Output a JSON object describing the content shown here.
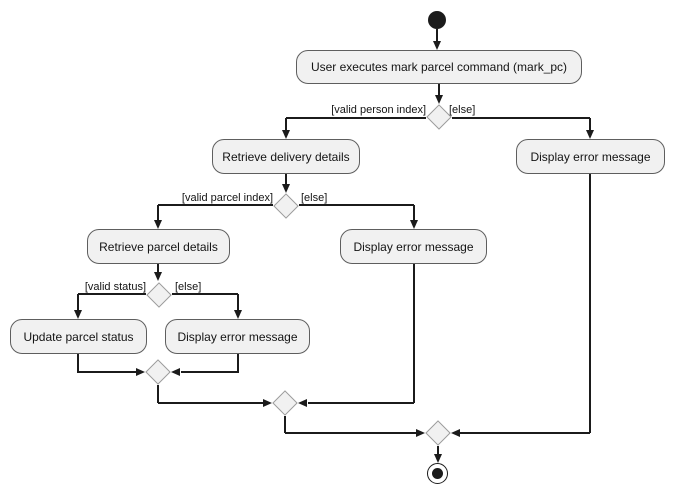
{
  "diagram": {
    "type": "uml-activity-diagram",
    "colors": {
      "background": "#FFFFFF",
      "activity_fill": "#F1F1F1",
      "activity_border": "#5E5E5E",
      "diamond_fill": "#F1F1F1",
      "diamond_border": "#9B9B9B",
      "flow_line": "#1B1B1B",
      "text": "#141414"
    }
  },
  "nodes": {
    "start": {
      "type": "initial"
    },
    "user_executes": {
      "type": "activity",
      "label": "User executes mark parcel command (mark_pc)"
    },
    "decision_person": {
      "type": "decision"
    },
    "retrieve_delivery": {
      "type": "activity",
      "label": "Retrieve delivery details"
    },
    "display_error_person": {
      "type": "activity",
      "label": "Display error message"
    },
    "decision_parcel": {
      "type": "decision"
    },
    "retrieve_parcel": {
      "type": "activity",
      "label": "Retrieve parcel details"
    },
    "display_error_parcel": {
      "type": "activity",
      "label": "Display error message"
    },
    "decision_status": {
      "type": "decision"
    },
    "update_status": {
      "type": "activity",
      "label": "Update parcel status"
    },
    "display_error_status": {
      "type": "activity",
      "label": "Display error message"
    },
    "merge_status": {
      "type": "merge"
    },
    "merge_parcel": {
      "type": "merge"
    },
    "merge_person": {
      "type": "merge"
    },
    "end": {
      "type": "final"
    }
  },
  "edges": [
    {
      "from": "start",
      "to": "user_executes"
    },
    {
      "from": "user_executes",
      "to": "decision_person"
    },
    {
      "from": "decision_person",
      "to": "retrieve_delivery",
      "guard": "[valid person index]"
    },
    {
      "from": "decision_person",
      "to": "display_error_person",
      "guard": "[else]"
    },
    {
      "from": "retrieve_delivery",
      "to": "decision_parcel"
    },
    {
      "from": "decision_parcel",
      "to": "retrieve_parcel",
      "guard": "[valid parcel index]"
    },
    {
      "from": "decision_parcel",
      "to": "display_error_parcel",
      "guard": "[else]"
    },
    {
      "from": "retrieve_parcel",
      "to": "decision_status"
    },
    {
      "from": "decision_status",
      "to": "update_status",
      "guard": "[valid status]"
    },
    {
      "from": "decision_status",
      "to": "display_error_status",
      "guard": "[else]"
    },
    {
      "from": "update_status",
      "to": "merge_status"
    },
    {
      "from": "display_error_status",
      "to": "merge_status"
    },
    {
      "from": "merge_status",
      "to": "merge_parcel"
    },
    {
      "from": "display_error_parcel",
      "to": "merge_parcel"
    },
    {
      "from": "merge_parcel",
      "to": "merge_person"
    },
    {
      "from": "display_error_person",
      "to": "merge_person"
    },
    {
      "from": "merge_person",
      "to": "end"
    }
  ]
}
